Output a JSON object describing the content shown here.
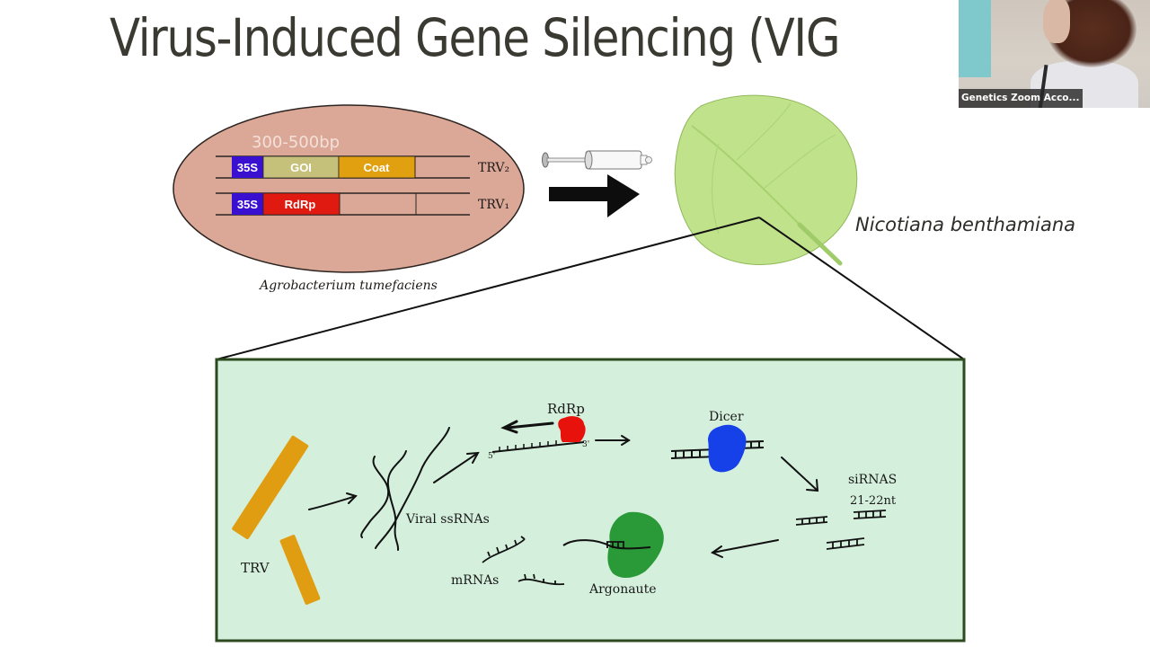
{
  "slide": {
    "title": "Virus-Induced Gene Silencing (VIG",
    "agrobacterium": {
      "size_label": "300-500bp",
      "trv2": {
        "label": "TRV₂",
        "segments": [
          "35S",
          "GOI",
          "Coat"
        ]
      },
      "trv1": {
        "label": "TRV₁",
        "segments": [
          "35S",
          "RdRp"
        ]
      },
      "caption": "Agrobacterium tumefaciens"
    },
    "plant_label": "Nicotiana benthamiana",
    "cell_panel": {
      "trv_label": "TRV",
      "viral_ssrnas_label": "Viral ssRNAs",
      "rdrp_label": "RdRp",
      "five_prime": "5'",
      "three_prime": "3'",
      "dicer_label": "Dicer",
      "sirnas_label": "siRNAS",
      "sirnas_length": "21-22nt",
      "mrnas_label": "mRNAs",
      "argonaute_label": "Argonaute"
    },
    "colors": {
      "promoter_35s": "#3a10d0",
      "goi": "#c5c07a",
      "coat": "#e0a010",
      "rdrp": "#e01a10",
      "cell_ellipse": "#dba898",
      "panel_bg": "#d4efdc",
      "panel_border": "#2d4a1e",
      "trv_rod": "#e09d12",
      "dicer": "#1640e8",
      "argonaute": "#2a9a38",
      "leaf": "#bfe28a"
    }
  },
  "video_tile": {
    "participant_name": "Genetics Zoom Acco..."
  }
}
